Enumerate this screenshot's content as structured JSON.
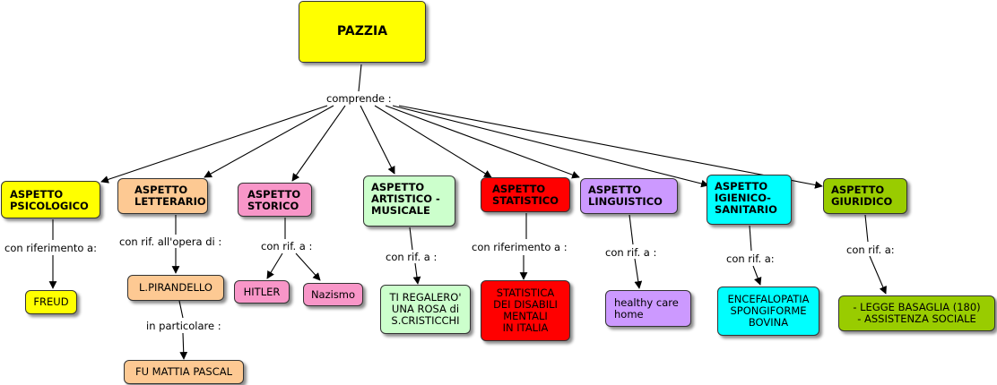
{
  "colors": {
    "yellow": "#ffff00",
    "peach": "#fdc993",
    "pink": "#f896c8",
    "light_green": "#ccffcc",
    "red": "#ff0000",
    "violet": "#cc99ff",
    "cyan": "#00ffff",
    "olive_green": "#99cc00",
    "edge": "#000000"
  },
  "root": {
    "label": "PAZZIA"
  },
  "root_link": {
    "label": "comprende :"
  },
  "aspects": [
    {
      "id": "psicologico",
      "label": "ASPETTO\nPSICOLOGICO",
      "color": "#ffff00"
    },
    {
      "id": "letterario",
      "label": "ASPETTO\nLETTERARIO",
      "color": "#fdc993"
    },
    {
      "id": "storico",
      "label": "ASPETTO\nSTORICO",
      "color": "#f896c8"
    },
    {
      "id": "artistico",
      "label": "ASPETTO\nARTISTICO -\nMUSICALE",
      "color": "#ccffcc"
    },
    {
      "id": "statistico",
      "label": "ASPETTO\nSTATISTICO",
      "color": "#ff0000"
    },
    {
      "id": "linguistico",
      "label": "ASPETTO\nLINGUISTICO",
      "color": "#cc99ff"
    },
    {
      "id": "igienico",
      "label": "ASPETTO\nIGIENICO-\nSANITARIO",
      "color": "#00ffff"
    },
    {
      "id": "giuridico",
      "label": "ASPETTO\nGIURIDICO",
      "color": "#99cc00"
    }
  ],
  "links": {
    "psicologico": "con riferimento a:",
    "letterario": "con rif. all'opera di :",
    "letterario_2": "in particolare :",
    "storico": "con rif. a :",
    "artistico": "con rif. a :",
    "statistico": "con riferimento a :",
    "linguistico": "con rif. a :",
    "igienico": "con rif. a:",
    "giuridico": "con rif. a:"
  },
  "leaves": {
    "freud": "FREUD",
    "pirandello": "L.PIRANDELLO",
    "mattia_pascal": "FU MATTIA PASCAL",
    "hitler": "HITLER",
    "nazismo": "Nazismo",
    "regalero": "TI REGALERO'\nUNA ROSA di\nS.CRISTICCHI",
    "statistica": "STATISTICA\nDEI DISABILI\nMENTALI\nIN ITALIA",
    "healthy_care": "healthy care\nhome",
    "encefalopatia": "ENCEFALOPATIA\nSPONGIFORME\nBOVINA",
    "legge": "- LEGGE BASAGLIA (180)\n- ASSISTENZA SOCIALE"
  }
}
